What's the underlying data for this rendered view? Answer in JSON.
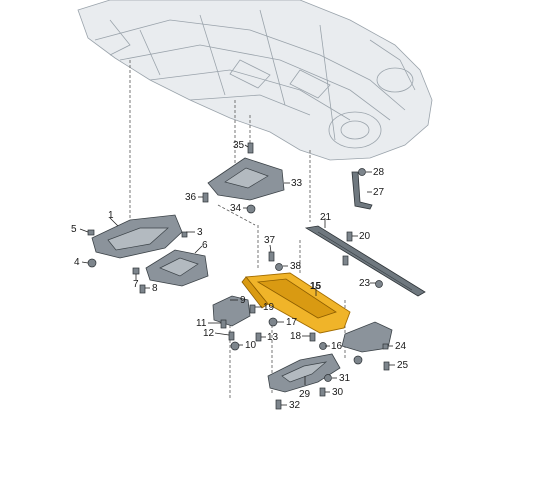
{
  "callouts": [
    {
      "id": "p1",
      "label": "1"
    },
    {
      "id": "p3",
      "label": "3"
    },
    {
      "id": "p4",
      "label": "4"
    },
    {
      "id": "p5",
      "label": "5"
    },
    {
      "id": "p6",
      "label": "6"
    },
    {
      "id": "p7",
      "label": "7"
    },
    {
      "id": "p8",
      "label": "8"
    },
    {
      "id": "p9",
      "label": "9"
    },
    {
      "id": "p10",
      "label": "10"
    },
    {
      "id": "p11",
      "label": "11"
    },
    {
      "id": "p12",
      "label": "12"
    },
    {
      "id": "p13",
      "label": "13"
    },
    {
      "id": "p15",
      "label": "15"
    },
    {
      "id": "p16",
      "label": "16"
    },
    {
      "id": "p17",
      "label": "17"
    },
    {
      "id": "p18",
      "label": "18"
    },
    {
      "id": "p19",
      "label": "19"
    },
    {
      "id": "p20",
      "label": "20"
    },
    {
      "id": "p21",
      "label": "21"
    },
    {
      "id": "p23",
      "label": "23"
    },
    {
      "id": "p24",
      "label": "24"
    },
    {
      "id": "p25",
      "label": "25"
    },
    {
      "id": "p27",
      "label": "27"
    },
    {
      "id": "p28",
      "label": "28"
    },
    {
      "id": "p29",
      "label": "29"
    },
    {
      "id": "p30",
      "label": "30"
    },
    {
      "id": "p31",
      "label": "31"
    },
    {
      "id": "p32",
      "label": "32"
    },
    {
      "id": "p33",
      "label": "33"
    },
    {
      "id": "p34",
      "label": "34"
    },
    {
      "id": "p35",
      "label": "35"
    },
    {
      "id": "p36",
      "label": "36"
    },
    {
      "id": "p37",
      "label": "37"
    },
    {
      "id": "p38",
      "label": "38"
    }
  ],
  "highlighted_part": "15",
  "colors": {
    "highlight": "#f0b429",
    "part_gray": "#8b939b",
    "body_outline": "#9aa3ab"
  }
}
